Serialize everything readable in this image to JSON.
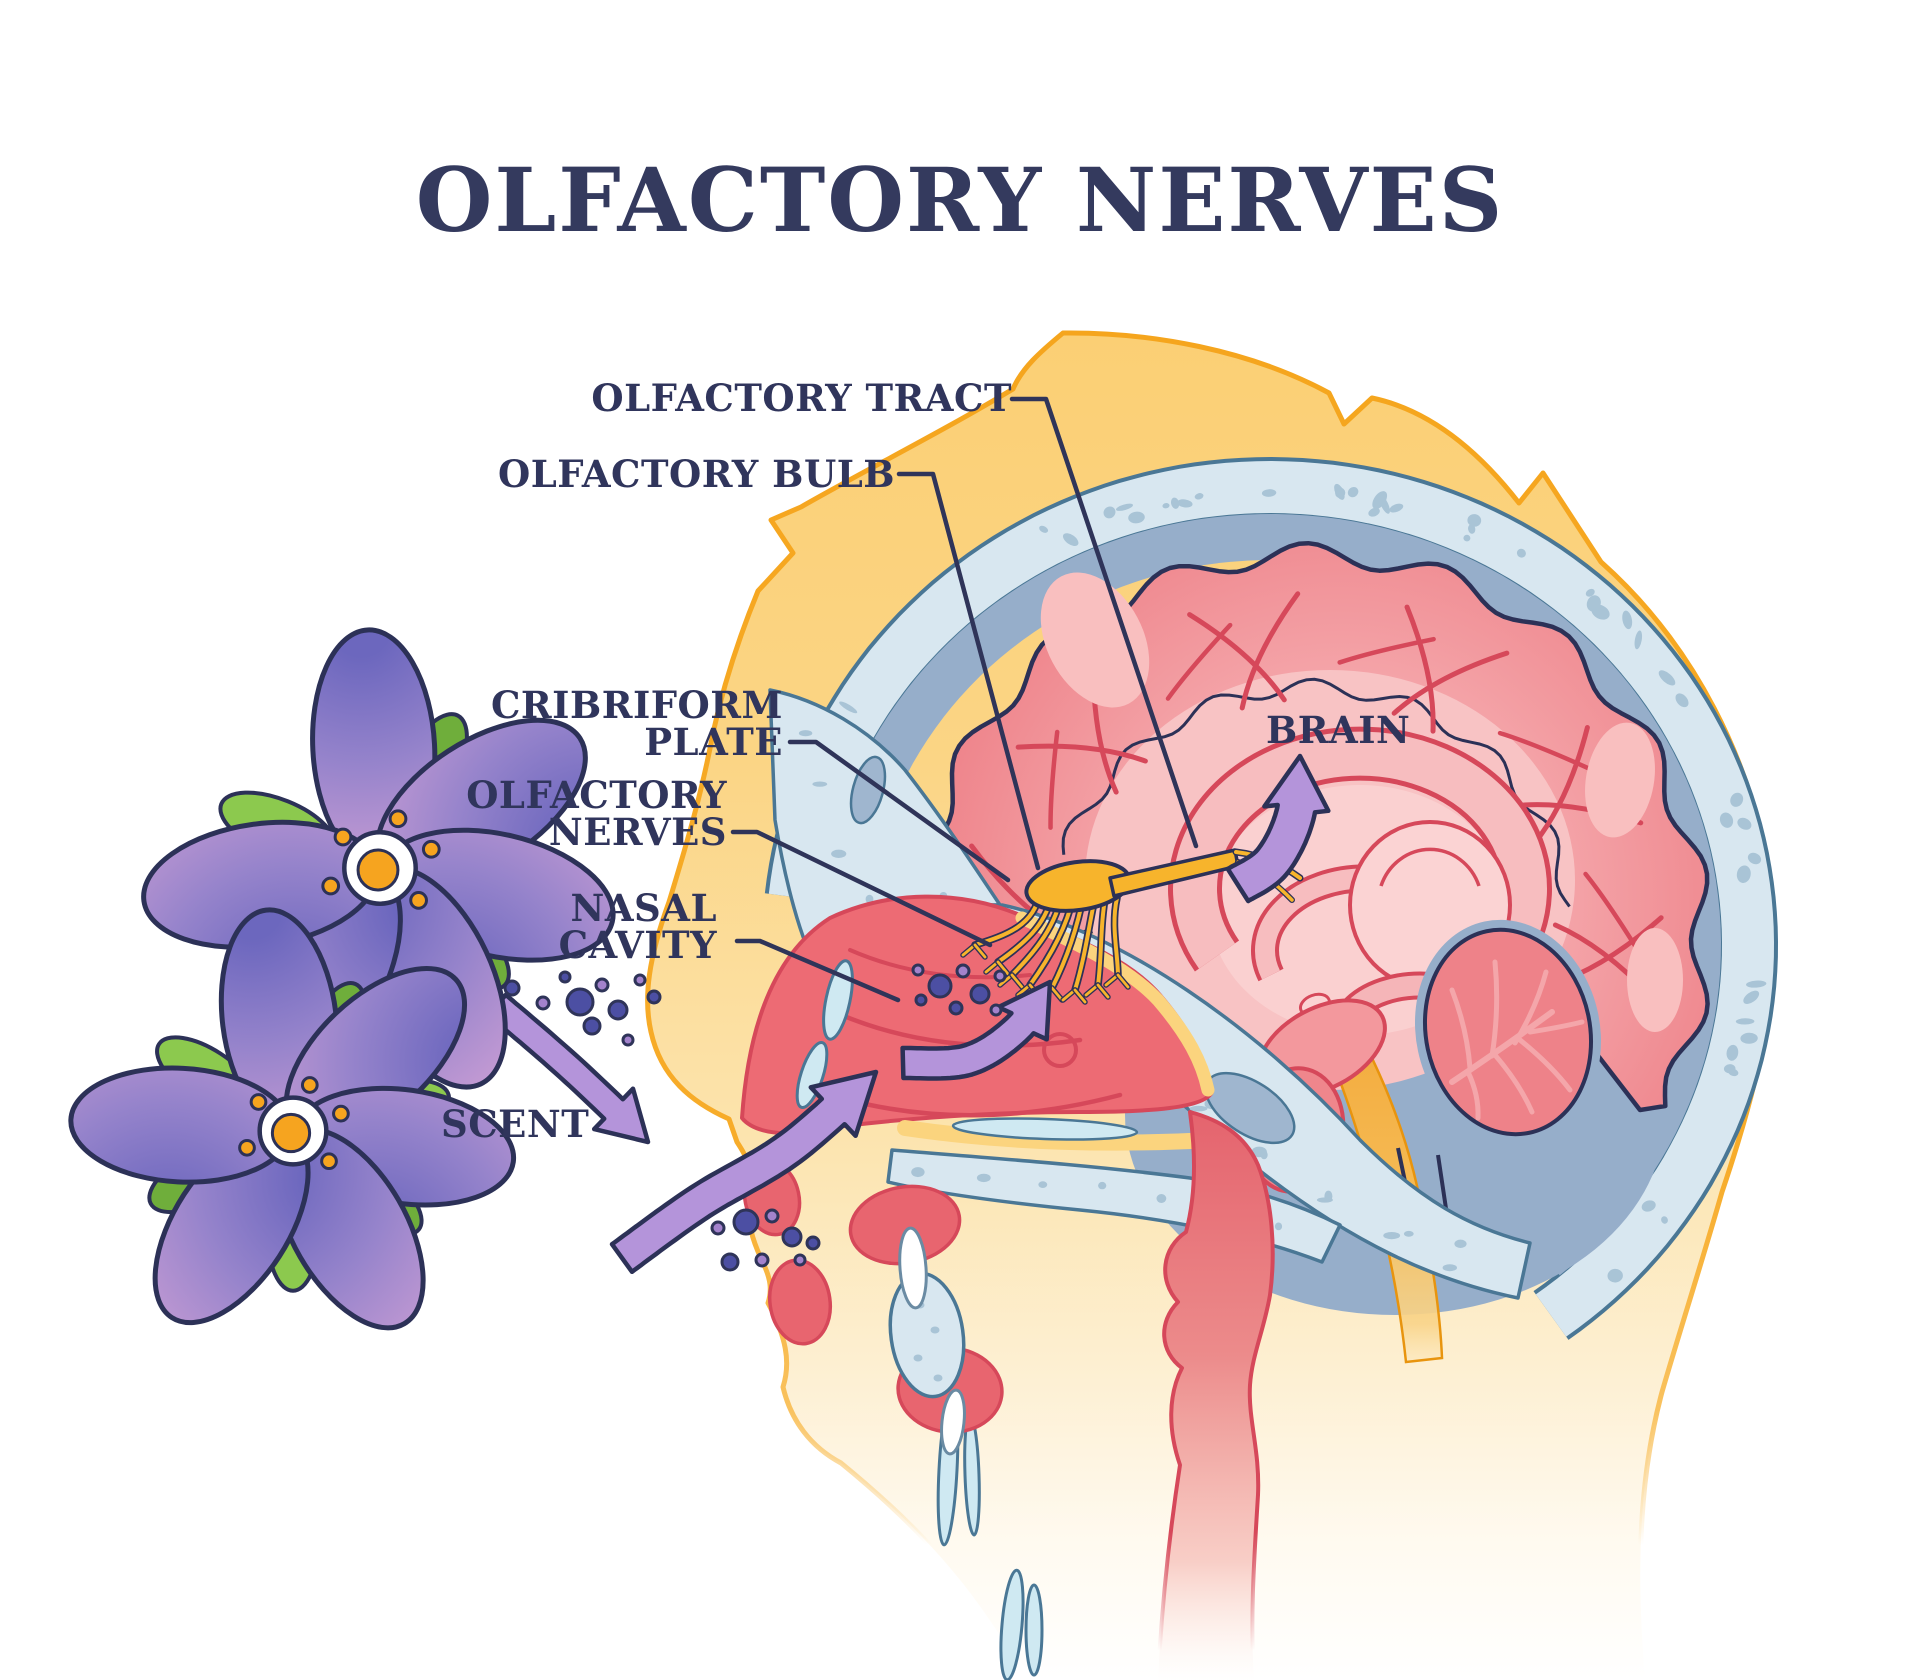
{
  "title": "OLFACTORY NERVES",
  "labels": {
    "tract": "OLFACTORY TRACT",
    "bulb": "OLFACTORY BULB",
    "cribriform": [
      "CRIBRIFORM",
      "PLATE"
    ],
    "nerves": [
      "OLFACTORY",
      "NERVES"
    ],
    "nasal": [
      "NASAL",
      "CAVITY"
    ],
    "scent": "SCENT",
    "brain": "BRAIN"
  },
  "palette": {
    "background": "#ffffff",
    "title_text": "#343a5e",
    "label_text": "#30355c",
    "leader_line": "#2f3459",
    "skin": "#fbd586",
    "skin_outline": "#f5a51d",
    "skull_bone": "#d8e7f0",
    "bone_speckle": "#a9c4d6",
    "bone_outline": "#4a7795",
    "bone_blob": "#9fb6cf",
    "dura": "#96aeca",
    "brain_pink": "#ee8289",
    "brain_mid": "#f5a9ad",
    "brain_light": "#f8c3c4",
    "brain_lighter": "#fad0d0",
    "sulci_red": "#d6485a",
    "brain_outline": "#2c3157",
    "nasal_red": "#ed6b74",
    "throat_red": "#e4606b",
    "lip_red": "#e8656f",
    "olfactory_yellow": "#f7b42c",
    "cord_yellow": "#f2a93a",
    "mucosa_yellow": "#fbd47e",
    "arrow_purple": "#b494da",
    "scent_dark": "#4c4fa3",
    "scent_light": "#a382cc",
    "petal_inner": "#6c67be",
    "petal_mid": "#9583cb",
    "petal_outer": "#c79cd4",
    "leaf_green": "#8cc94e",
    "leaf_dark": "#6fae3b",
    "flower_center_orange": "#f6a41f",
    "cartilage": "#cfe9f2",
    "tooth_white": "#ffffff"
  }
}
